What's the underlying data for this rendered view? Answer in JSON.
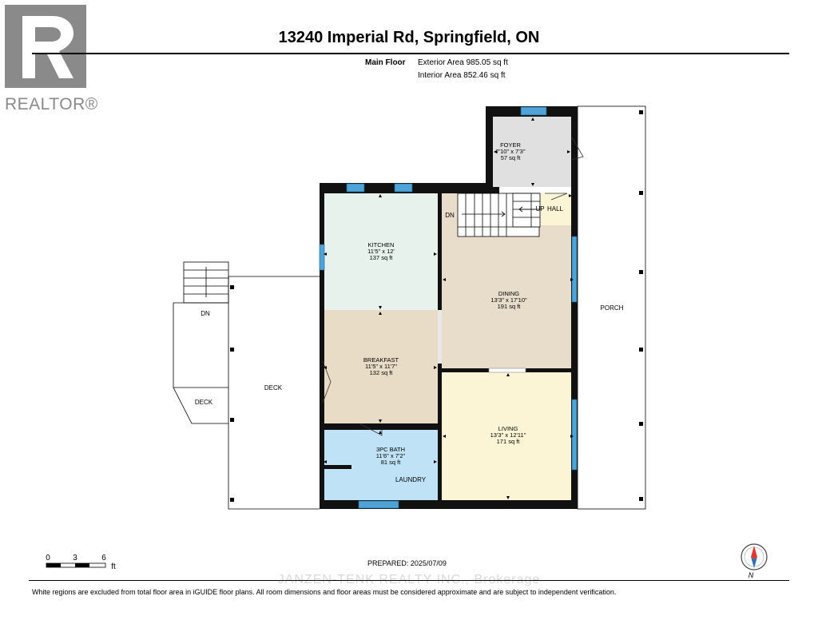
{
  "logo": {
    "text": "REALTOR®",
    "glyph": "R"
  },
  "title": "13240 Imperial Rd, Springfield, ON",
  "floor": {
    "name": "Main Floor",
    "exterior_area": "Exterior Area 985.05 sq ft",
    "interior_area": "Interior Area 852.46 sq ft"
  },
  "rooms": {
    "foyer": {
      "name": "FOYER",
      "dims": "7'10\" x 7'3\"",
      "area": "57 sq ft"
    },
    "kitchen": {
      "name": "KITCHEN",
      "dims": "11'5\" x 12'",
      "area": "137 sq ft"
    },
    "dining": {
      "name": "DINING",
      "dims": "13'3\" x 17'10\"",
      "area": "191 sq ft"
    },
    "breakfast": {
      "name": "BREAKFAST",
      "dims": "11'5\" x 11'7\"",
      "area": "132 sq ft"
    },
    "living": {
      "name": "LIVING",
      "dims": "13'3\" x 12'11\"",
      "area": "171 sq ft"
    },
    "bath": {
      "name": "3PC BATH",
      "dims": "11'6\" x 7'2\"",
      "area": "81 sq ft"
    }
  },
  "labels": {
    "laundry": "LAUNDRY",
    "porch": "PORCH",
    "deck_main": "DECK",
    "deck_side": "DECK",
    "dn_stairs": "DN",
    "dn_outside": "DN",
    "up": "UP",
    "hall": "HALL"
  },
  "scale": {
    "t0": "0",
    "t1": "3",
    "t2": "6",
    "unit": "ft"
  },
  "prepared": "PREPARED: 2025/07/09",
  "compass": "N",
  "watermark": "JANZEN-TENK REALTY INC., Brokerage",
  "disclaimer": "White regions are excluded from total floor area in iGUIDE floor plans. All room dimensions and floor areas must be considered approximate and are subject to independent verification.",
  "colors": {
    "kitchen": "#e6f2eb",
    "dining": "#e8dccb",
    "breakfast": "#e8dcc6",
    "living": "#fbf5d6",
    "bath": "#bfe2f7",
    "foyer": "#e0e0e0",
    "hall": "#fbf5d6",
    "window": "#4fa3d6",
    "wall": "#111111"
  }
}
